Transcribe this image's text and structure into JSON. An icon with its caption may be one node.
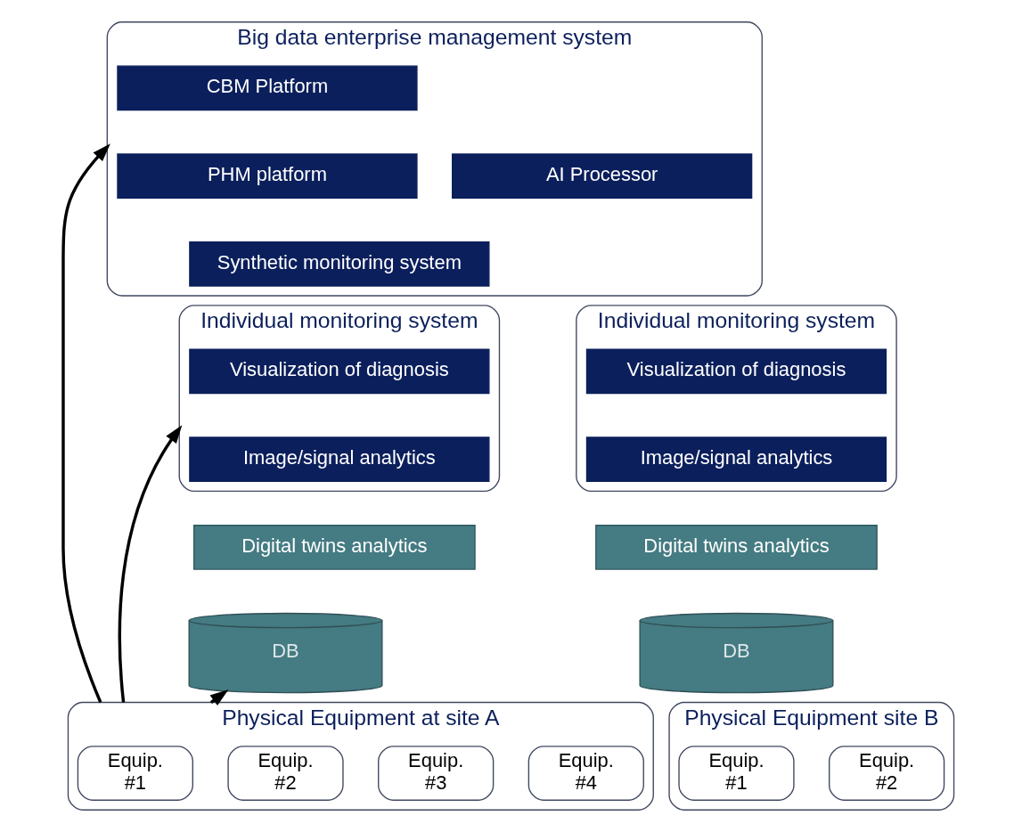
{
  "diagram": {
    "nodes": [
      {
        "text": [
          "Big data enterprise management system"
        ]
      },
      {
        "text": [
          "CBM Platform"
        ],
        "in": 0
      },
      {
        "text": [
          "PHM platform"
        ],
        "in": 0
      },
      {
        "text": [
          "AI Processor"
        ],
        "in": 0
      },
      {
        "text": [
          "Synthetic monitoring system"
        ],
        "in": 0
      },
      {
        "text": [
          "Individual monitoring system"
        ]
      },
      {
        "text": [
          "Visualization of diagnosis"
        ],
        "in": 5
      },
      {
        "text": [
          "Image/signal analytics"
        ],
        "in": 5
      },
      {
        "text": [
          "Individual monitoring system"
        ]
      },
      {
        "text": [
          "Visualization of diagnosis"
        ],
        "in": 8
      },
      {
        "text": [
          "Image/signal analytics"
        ],
        "in": 8
      },
      {
        "text": [
          "Digital twins analytics"
        ]
      },
      {
        "text": [
          "Digital twins analytics"
        ]
      },
      {
        "text": [
          "DB"
        ]
      },
      {
        "text": [
          "DB"
        ]
      },
      {
        "text": [
          "Physical Equipment at site A"
        ]
      },
      {
        "text": [
          "Equip.",
          "#1"
        ],
        "in": 15
      },
      {
        "text": [
          "Equip.",
          "#2"
        ],
        "in": 15
      },
      {
        "text": [
          "Equip.",
          "#3"
        ],
        "in": 15
      },
      {
        "text": [
          "Equip.",
          "#4"
        ],
        "in": 15
      },
      {
        "text": [
          "Physical Equipment site B"
        ]
      },
      {
        "text": [
          "Equip.",
          "#1"
        ],
        "in": 20
      },
      {
        "text": [
          "Equip.",
          "#2"
        ],
        "in": 20
      }
    ],
    "edges": [
      {
        "from": 15,
        "to": 13,
        "arrow": "to"
      },
      {
        "from": 15,
        "to": 5,
        "arrow": "to"
      },
      {
        "from": 15,
        "to": 0,
        "arrow": "to"
      }
    ]
  }
}
